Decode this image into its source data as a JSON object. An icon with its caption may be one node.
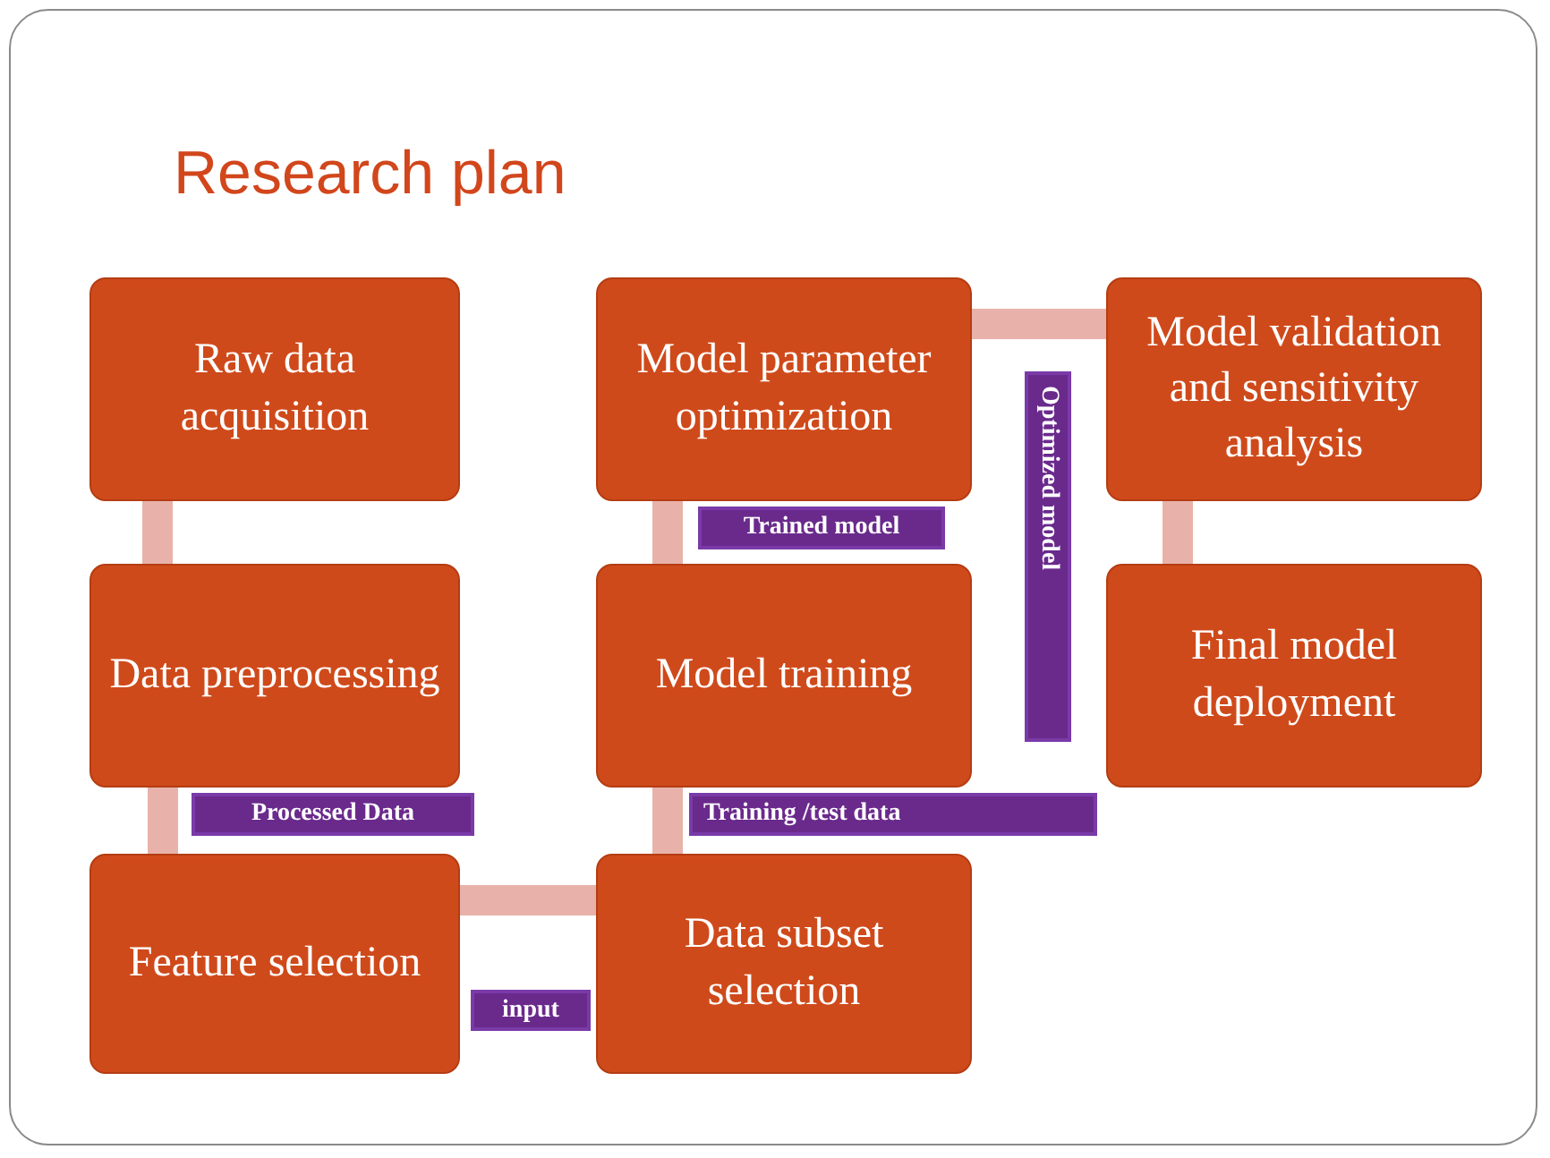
{
  "diagram": {
    "title": "Research plan",
    "nodes": [
      {
        "text": [
          "Raw data acquisition"
        ]
      },
      {
        "text": [
          "Data preprocessing"
        ]
      },
      {
        "text": [
          "Feature selection"
        ]
      },
      {
        "text": [
          "Data subset selection"
        ]
      },
      {
        "text": [
          "Model training"
        ]
      },
      {
        "text": [
          "Model parameter optimization"
        ]
      },
      {
        "text": [
          "Model validation and sensitivity analysis"
        ]
      },
      {
        "text": [
          "Final model deployment"
        ]
      }
    ],
    "edges": [
      {
        "from": 0,
        "to": 1,
        "arrow": "none"
      },
      {
        "from": 1,
        "to": 2,
        "arrow": "none",
        "label": "Processed Data"
      },
      {
        "from": 2,
        "to": 3,
        "arrow": "none",
        "label": "input"
      },
      {
        "from": 3,
        "to": 4,
        "arrow": "none",
        "label": "Training /test data"
      },
      {
        "from": 4,
        "to": 5,
        "arrow": "none",
        "label": "Trained model"
      },
      {
        "from": 5,
        "to": 6,
        "arrow": "none",
        "label": "Optimized model"
      },
      {
        "from": 6,
        "to": 7,
        "arrow": "none"
      }
    ]
  }
}
